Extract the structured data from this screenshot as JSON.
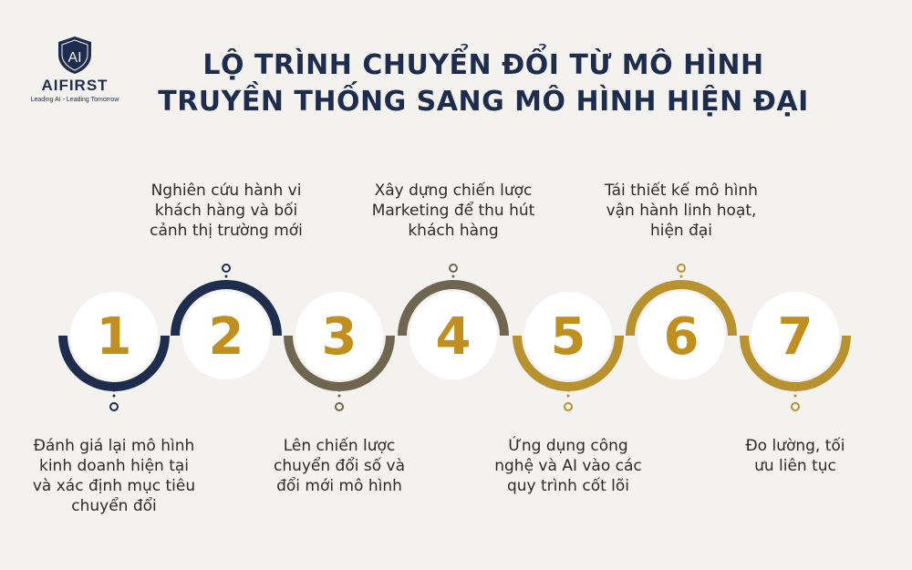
{
  "logo": {
    "mark": "AI",
    "name": "AIFIRST",
    "tagline": "Leading AI - Leading Tomorrow"
  },
  "title": {
    "line1": "LỘ TRÌNH CHUYỂN ĐỔI TỪ MÔ HÌNH",
    "line2": "TRUYỀN THỐNG SANG MÔ HÌNH HIỆN ĐẠI"
  },
  "colors": {
    "navy": "#1e2d4d",
    "olive": "#6f6650",
    "gold": "#b8922e",
    "number": "#c08f1e",
    "background": "#f4f2ee"
  },
  "steps": [
    {
      "number": "1",
      "label_lines": [
        "Đánh giá lại mô hình",
        "kinh doanh hiện tại",
        "và xác định mục tiêu",
        "chuyển đổi"
      ]
    },
    {
      "number": "2",
      "label_lines": [
        "Nghiên cứu hành vi",
        "khách hàng và bối",
        "cảnh thị trường mới"
      ]
    },
    {
      "number": "3",
      "label_lines": [
        "Lên chiến lược",
        "chuyển đổi số và",
        "đổi mới mô hình"
      ]
    },
    {
      "number": "4",
      "label_lines": [
        "Xây dựng chiến lược",
        "Marketing để thu hút",
        "khách hàng"
      ]
    },
    {
      "number": "5",
      "label_lines": [
        "Ứng dụng công",
        "nghệ và AI vào các",
        "quy trình cốt lõi"
      ]
    },
    {
      "number": "6",
      "label_lines": [
        "Tái thiết kế mô hình",
        "vận hành linh hoạt,",
        "hiện đại"
      ]
    },
    {
      "number": "7",
      "label_lines": [
        "Đo lường, tối",
        "ưu liên tục"
      ]
    }
  ]
}
